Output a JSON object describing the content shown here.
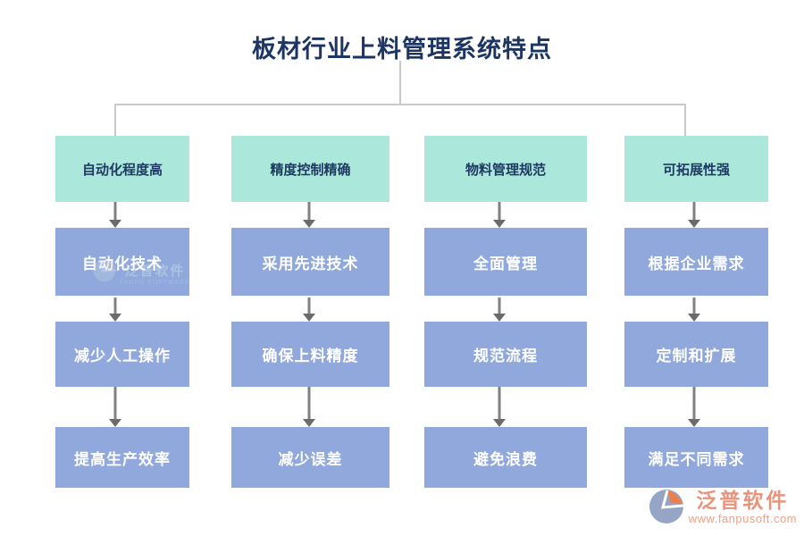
{
  "title": "板材行业上料管理系统特点",
  "columns": [
    {
      "header": "自动化程度高",
      "items": [
        "自动化技术",
        "减少人工操作",
        "提高生产效率"
      ]
    },
    {
      "header": "精度控制精确",
      "items": [
        "采用先进技术",
        "确保上料精度",
        "减少误差"
      ]
    },
    {
      "header": "物料管理规范",
      "items": [
        "全面管理",
        "规范流程",
        "避免浪费"
      ]
    },
    {
      "header": "可拓展性强",
      "items": [
        "根据企业需求",
        "定制和扩展",
        "满足不同需求"
      ]
    }
  ],
  "branding": {
    "name": "泛普软件",
    "url": "www.fanpusoft.com"
  },
  "watermark": {
    "cn": "泛普软件",
    "en": "FANPU SOFTWARE"
  },
  "colors": {
    "title_text": "#1C3563",
    "header_bg": "#ACE7DB",
    "header_text": "#1E3A63",
    "item_bg": "#90A8DB",
    "item_text": "#FFFFFF",
    "arrow": "#818181",
    "connector": "#C9C9C9",
    "brand_text": "#E8947C",
    "logo_blue": "#96A4C6",
    "logo_orange": "#E8814E"
  }
}
